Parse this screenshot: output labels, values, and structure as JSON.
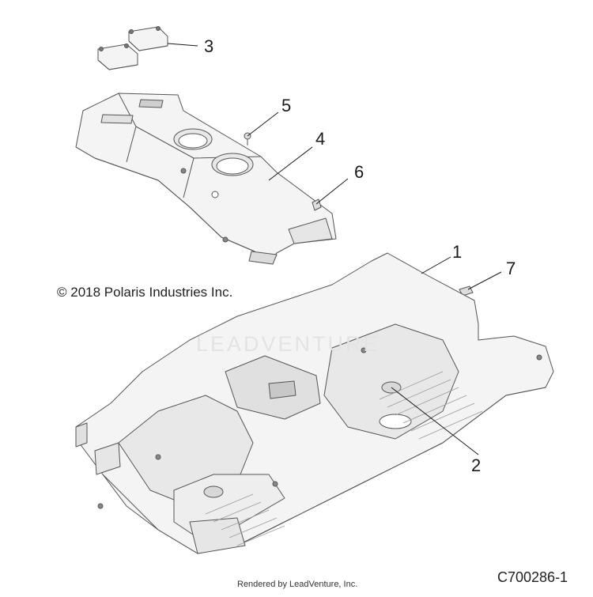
{
  "copyright": "© 2018 Polaris Industries Inc.",
  "part_number": "C700286-1",
  "rendered_by": "Rendered by LeadVenture, Inc.",
  "watermark": "LEADVENTURE",
  "callouts": {
    "c1": "1",
    "c2": "2",
    "c3": "3",
    "c4": "4",
    "c5": "5",
    "c6": "6",
    "c7": "7"
  },
  "colors": {
    "part_fill": "#f4f4f4",
    "part_shade": "#e2e2e2",
    "line": "#555555"
  }
}
